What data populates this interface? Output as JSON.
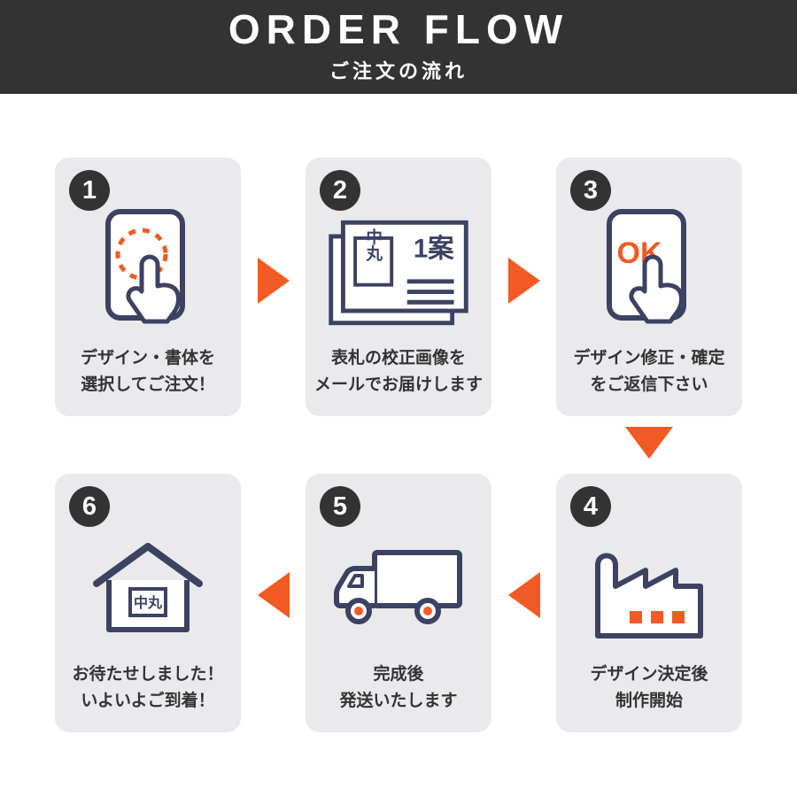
{
  "header": {
    "title": "ORDER FLOW",
    "subtitle": "ご注文の流れ"
  },
  "steps": [
    {
      "number": "1",
      "icon": "smartphone-design-select-icon",
      "lines": [
        "デザイン・書体を",
        "選択してご注文！"
      ]
    },
    {
      "number": "2",
      "icon": "proof-sheets-icon",
      "lines": [
        "表札の校正画像を",
        "メールでお届けします"
      ]
    },
    {
      "number": "3",
      "icon": "smartphone-ok-icon",
      "lines": [
        "デザイン修正・確定",
        "をご返信下さい"
      ]
    },
    {
      "number": "4",
      "icon": "factory-icon",
      "lines": [
        "デザイン決定後",
        "制作開始"
      ]
    },
    {
      "number": "5",
      "icon": "delivery-truck-icon",
      "lines": [
        "完成後",
        "発送いたします"
      ]
    },
    {
      "number": "6",
      "icon": "house-delivered-icon",
      "lines": [
        "お待たせしました！",
        "いよいよご到着！"
      ]
    }
  ],
  "icon_text": {
    "nameplate": "中丸",
    "proposal": "1案",
    "ok": "OK",
    "house_nameplate": "中丸"
  },
  "colors": {
    "header_bg": "#333333",
    "card_bg": "#eaeaec",
    "accent_orange": "#f15a24",
    "icon_navy": "#3d4263",
    "text": "#333333"
  }
}
